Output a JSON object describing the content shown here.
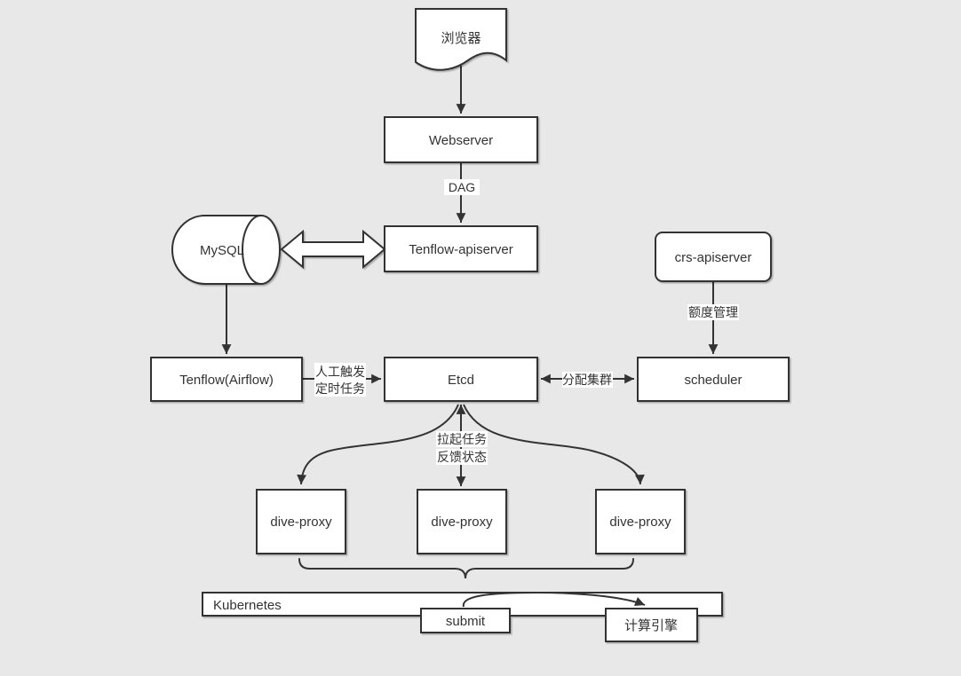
{
  "colors": {
    "background": "#e8e8e8",
    "node_fill": "#ffffff",
    "stroke": "#333333",
    "text": "#333333"
  },
  "nodes": {
    "browser": "浏览器",
    "webserver": "Webserver",
    "tenflow_apiserver": "Tenflow-apiserver",
    "mysql": "MySQL",
    "crs_apiserver": "crs-apiserver",
    "tenflow_airflow": "Tenflow(Airflow)",
    "etcd": "Etcd",
    "scheduler": "scheduler",
    "dive_proxies": [
      "dive-proxy",
      "dive-proxy",
      "dive-proxy"
    ],
    "kubernetes": "Kubernetes",
    "submit": "submit",
    "compute_engine": "计算引擎"
  },
  "edge_labels": {
    "dag": "DAG",
    "quota_management": "额度管理",
    "manual_trigger": "人工触发",
    "scheduled_task": "定时任务",
    "assign_cluster": "分配集群",
    "pull_task": "拉起任务",
    "feedback_status": "反馈状态"
  }
}
